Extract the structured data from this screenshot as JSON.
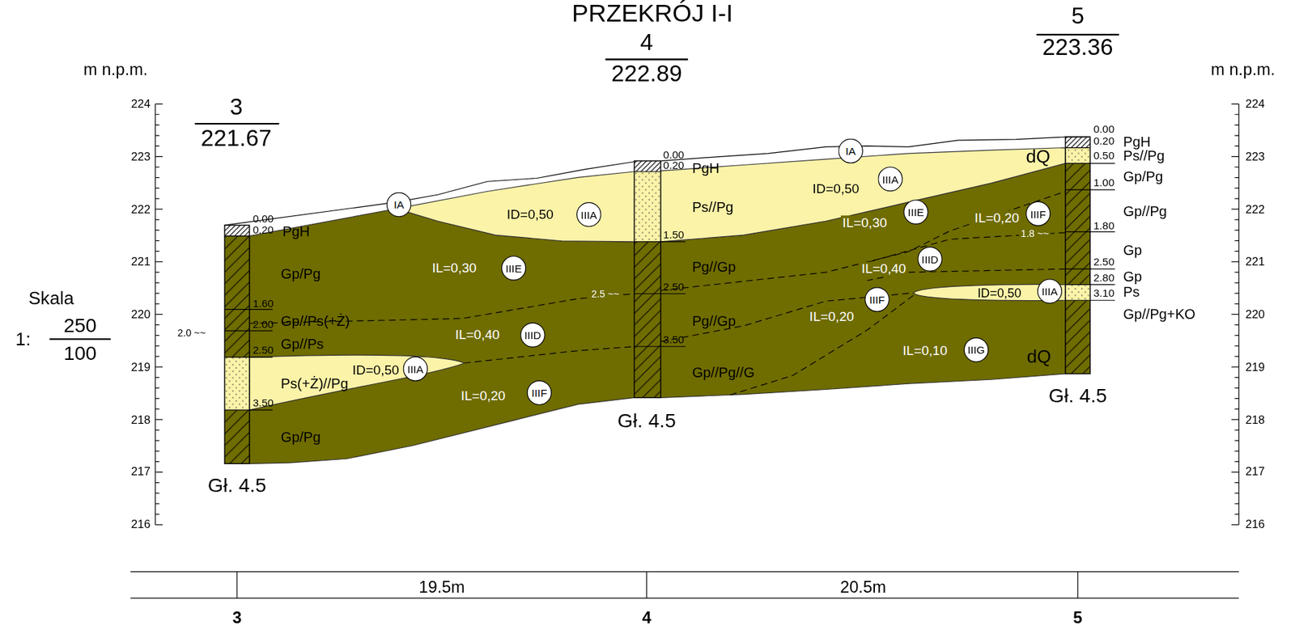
{
  "diagram": {
    "title": "PRZEKRÓJ I-I",
    "nodes": [
      {
        "text": [
          "IA"
        ]
      },
      {
        "text": [
          "IIIA"
        ]
      },
      {
        "text": [
          "IIIE"
        ]
      },
      {
        "text": [
          "IIID"
        ]
      },
      {
        "text": [
          "IIIA"
        ]
      },
      {
        "text": [
          "IIIF"
        ]
      },
      {
        "text": [
          "IA"
        ]
      },
      {
        "text": [
          "IIIA"
        ]
      },
      {
        "text": [
          "IIIE"
        ]
      },
      {
        "text": [
          "IIIF"
        ]
      },
      {
        "text": [
          "IIID"
        ]
      },
      {
        "text": [
          "IIIA"
        ]
      },
      {
        "text": [
          "IIIF"
        ]
      },
      {
        "text": [
          "IIIG"
        ]
      }
    ],
    "labels": [
      "m n.p.m.",
      "m n.p.m.",
      "224",
      "223",
      "222",
      "221",
      "220",
      "219",
      "218",
      "217",
      "216",
      "224",
      "223",
      "222",
      "221",
      "220",
      "219",
      "218",
      "217",
      "216",
      "Skala",
      "1:",
      "250",
      "100",
      "3",
      "221.67",
      "4",
      "222.89",
      "5",
      "223.36",
      "Gł. 4.5",
      "Gł. 4.5",
      "Gł. 4.5",
      "0.00",
      "0.20",
      "PgH",
      "Gp/Pg",
      "1.60",
      "2.00",
      "Gp//Ps(+Ż)",
      "2.50",
      "Gp//Ps",
      "Ps(+Ż)//Pg",
      "3.50",
      "Gp/Pg",
      "2.0 ~~",
      "0.00",
      "0.20",
      "PgH",
      "Ps//Pg",
      "1.50",
      "Pg//Gp",
      "2.50",
      "2.5 ~~",
      "Pg//Gp",
      "3.50",
      "Gp//Pg//G",
      "0.00",
      "0.20",
      "PgH",
      "0.50",
      "Ps//Pg",
      "1.00",
      "Gp/Pg",
      "Gp//Pg",
      "1.80",
      "1.8 ~~",
      "Gp",
      "2.50",
      "2.80",
      "Gp",
      "3.10",
      "Ps",
      "Gp//Pg+KO",
      "dQ",
      "dQ",
      "ID=0,50",
      "IL=0,30",
      "IL=0,40",
      "ID=0,50",
      "IL=0,20",
      "ID=0,50",
      "IL=0,30",
      "IL=0,20",
      "IL=0,40",
      "ID=0,50",
      "IL=0,20",
      "IL=0,10",
      "19.5m",
      "20.5m",
      "3",
      "4",
      "5"
    ]
  }
}
